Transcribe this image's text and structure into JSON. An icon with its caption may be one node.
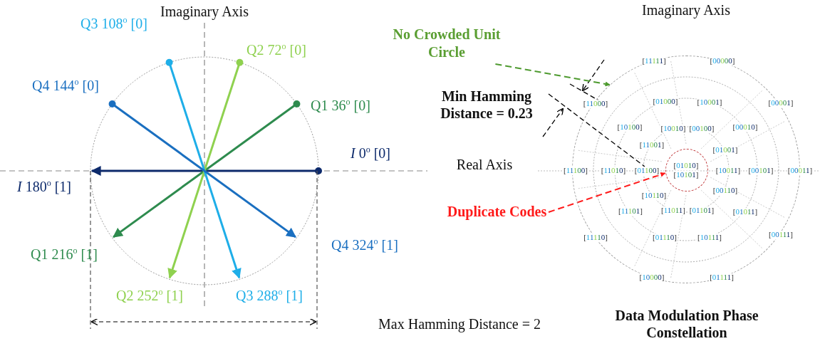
{
  "diagram": {
    "nodes": [
      {
        "text": [
          "No Crowded Unit Circle"
        ]
      },
      {
        "text": [],
        "shape": "circle"
      },
      {
        "text": [
          "Duplicate Codes"
        ]
      },
      {
        "text": [],
        "shape": "circle",
        "in": 1
      }
    ],
    "edges": [
      {
        "from": 0,
        "to": 1,
        "arrow": "to",
        "style": "dashed",
        "color": "#4e9a2f"
      },
      {
        "from": 2,
        "to": 3,
        "arrow": "to",
        "style": "dashed",
        "color": "#ff1a1a"
      }
    ],
    "labels": [
      "Imaginary Axis",
      "Q3 108$^{o}$ [0]",
      "Q2 72$^{o}$ [0]",
      "Q4 144$^{o}$ [0]",
      "Q1 36$^{o}$ [0]",
      "*I* 0$^{o}$ [0]",
      "*I* 180$^{o}$ [1]",
      "Q1 216$^{o}$ [1]",
      "Q4 324$^{o}$ [1]",
      "Q2 252$^{o}$ [1]",
      "Q3 288$^{o}$ [1]",
      "Max Hamming Distance = 2",
      "Imaginary Axis",
      "Min Hamming Distance = 0.23",
      "Real Axis",
      "Data Modulation Phase Constellation",
      "[11111]",
      "[00000]",
      "[11000]",
      "[01000]",
      "[10001]",
      "[00001]",
      "[10100]",
      "[10010]",
      "[00100]",
      "[00010]",
      "[11001]",
      "[01001]",
      "[11100]",
      "[11010]",
      "[01100]",
      "[01010]",
      "[10101]",
      "[10011]",
      "[00101]",
      "[00011]",
      "[10110]",
      "[00110]",
      "[11101]",
      "[11011]",
      "[01101]",
      "[01011]",
      "[11110]",
      "[01110]",
      "[10111]",
      "[00111]",
      "[10000]",
      "[01111]"
    ]
  }
}
